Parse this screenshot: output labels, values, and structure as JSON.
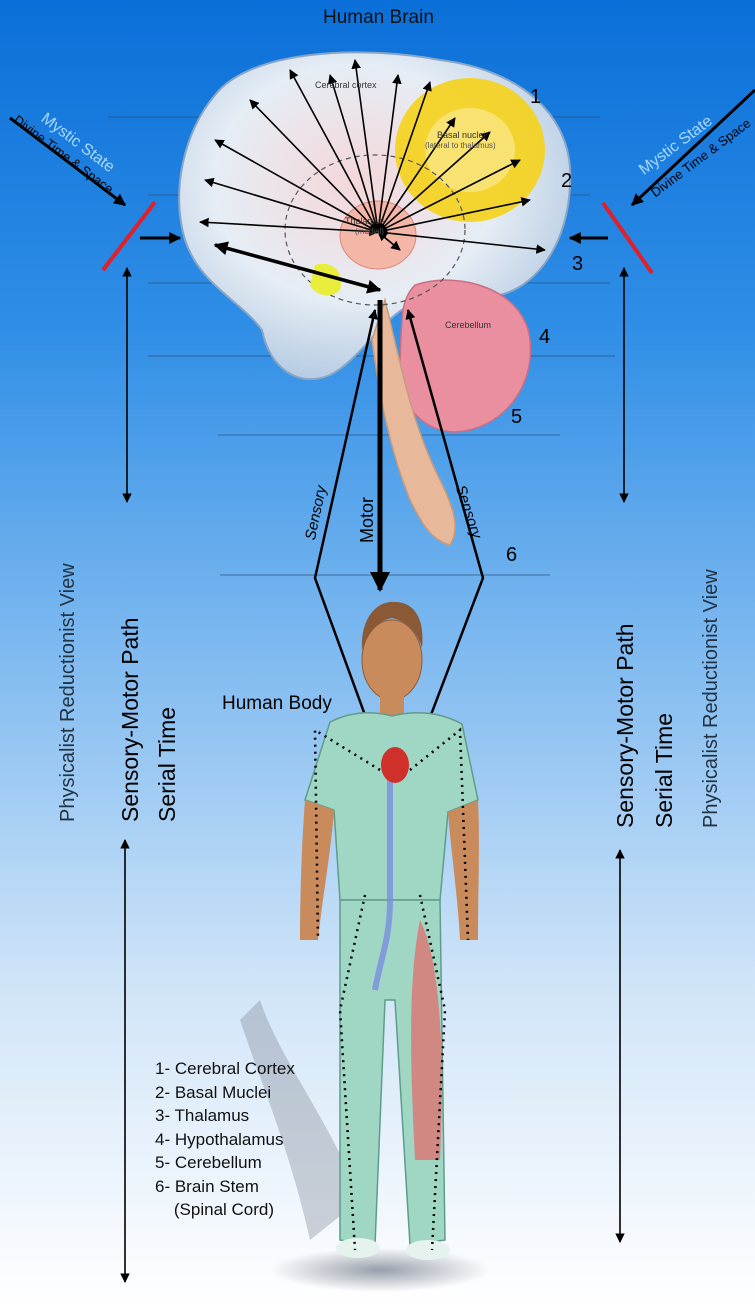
{
  "title": "Human Brain",
  "brain_labels": {
    "cortex": "Cerebral cortex",
    "basal": "Basal nuclei",
    "basal_sub": "(lateral to thalamus)",
    "thalamus": "Thalamus",
    "thalamus_sub": "(medial)",
    "cerebellum": "Cerebellum"
  },
  "level_numbers": [
    "1",
    "2",
    "3",
    "4",
    "5",
    "6"
  ],
  "mystic_left": {
    "title": "Mystic State",
    "sub": "Divine Time & Space"
  },
  "mystic_right": {
    "title": "Mystic State",
    "sub": "Divine Time & Space"
  },
  "path_labels": {
    "sensory_left": "Sensory",
    "motor": "Motor",
    "sensory_right": "Sensory"
  },
  "body_label": "Human Body",
  "left_side": {
    "view": "Physicalist Reductionist View",
    "path": "Sensory-Motor Path",
    "time": "Serial  Time"
  },
  "right_side": {
    "path": "Sensory-Motor Path",
    "time": "Serial Time",
    "view": "Physicalist Reductionist View"
  },
  "legend": [
    "1- Cerebral Cortex",
    "2- Basal Muclei",
    "3- Thalamus",
    "4- Hypothalamus",
    "5- Cerebellum",
    "6- Brain Stem",
    "    (Spinal Cord)"
  ],
  "colors": {
    "mystic_text": "#a8d8ff",
    "red_bar": "#e0202a",
    "brain_fill": "#dfe9f3",
    "basal_yellow": "#f5d21a",
    "cerebellum_pink": "#e98fa0",
    "skin": "#c98a5c",
    "scrubs": "#9fd6c4"
  }
}
